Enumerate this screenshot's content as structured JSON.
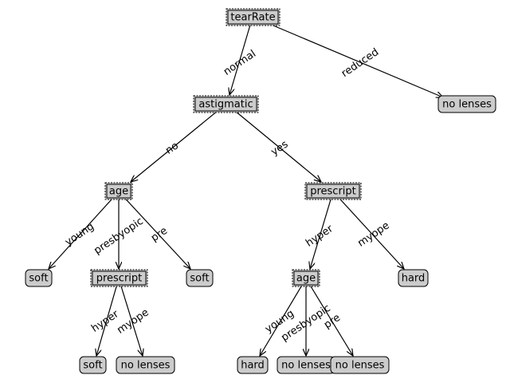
{
  "tree": {
    "decisions": {
      "tearRate": "tearRate",
      "astigmatic": "astigmatic",
      "age_no": "age",
      "prescript_yes": "prescript",
      "prescript_presbyopic": "prescript",
      "age_hyper": "age"
    },
    "leaves": {
      "reduced": "no lenses",
      "age_no_young": "soft",
      "age_no_pre": "soft",
      "presc_pres_hyper": "soft",
      "presc_pres_myope": "no lenses",
      "presc_yes_myope": "hard",
      "age_hyp_young": "hard",
      "age_hyp_presbyopic": "no lenses",
      "age_hyp_pre": "no lenses"
    },
    "edges": {
      "normal": "normal",
      "reduced": "reduced",
      "no": "no",
      "yes": "yes",
      "age_no_young": "young",
      "age_no_presbyopic": "presbyopic",
      "age_no_pre": "pre",
      "presc_pres_hyper": "hyper",
      "presc_pres_myope": "myope",
      "presc_yes_hyper": "hyper",
      "presc_yes_myope": "myope",
      "age_hyp_young": "young",
      "age_hyp_presbyopic": "presbyopic",
      "age_hyp_pre": "pre"
    }
  }
}
